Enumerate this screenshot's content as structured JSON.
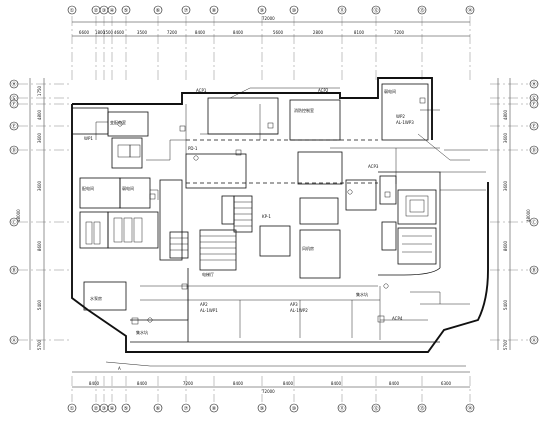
{
  "top_axes": [
    "①",
    "②",
    "③",
    "④",
    "⑤",
    "⑥",
    "⑦",
    "⑧",
    "⑨",
    "⑩",
    "⑪",
    "⑫",
    "⑬",
    "⑭"
  ],
  "bottom_axes": [
    "①",
    "②",
    "③",
    "④",
    "⑤",
    "⑥",
    "⑦",
    "⑧",
    "⑨",
    "⑩",
    "⑪",
    "⑫",
    "⑬",
    "⑭"
  ],
  "left_axes": [
    "Ⓗ",
    "Ⓖ",
    "Ⓕ",
    "Ⓔ",
    "Ⓓ",
    "Ⓒ",
    "Ⓑ",
    "Ⓐ"
  ],
  "right_axes": [
    "Ⓗ",
    "Ⓖ",
    "Ⓕ",
    "Ⓔ",
    "Ⓓ",
    "Ⓒ",
    "Ⓑ",
    "Ⓐ"
  ],
  "top_dims": [
    "6600",
    "1800",
    "1500",
    "4600",
    "3500",
    "7200",
    "8400",
    "8400",
    "5600",
    "2800",
    "8100",
    "7200"
  ],
  "top_total": "72000",
  "bottom_dims": [
    "8400",
    "8400",
    "7200",
    "8400",
    "8400",
    "8400",
    "8400",
    "6300"
  ],
  "bottom_total": "72000",
  "left_dims": [
    "1750",
    "4800",
    "3600",
    "3600",
    "8600",
    "5400",
    "5700"
  ],
  "right_dims": [
    "4800",
    "3600",
    "3600",
    "8600",
    "5400",
    "5700"
  ],
  "side_totals": [
    "48000",
    "48000"
  ],
  "labels": {
    "ap1": "AP2",
    "ap1_sub": "AL-1WP1",
    "ap2": "AP3",
    "ap2_sub": "AL-1WP2",
    "wp1": "WP1",
    "wp2": "WP2",
    "wp2_sub": "AL-1WP3",
    "pd1": "PD-1",
    "kp1": "KP-1",
    "dist_room": "变配电室",
    "fire_room": "消防控制室",
    "room_a": "配电间",
    "room_b": "弱电间",
    "room_c": "风机房",
    "pump": "水泵房",
    "lobby": "电梯厅",
    "pit_a": "集水坑",
    "pit_b": "集水坑",
    "note_a": "ACP1",
    "note_b": "ACP2",
    "note_c": "ACP3",
    "note_d": "ACP4",
    "mark_a": "A"
  }
}
